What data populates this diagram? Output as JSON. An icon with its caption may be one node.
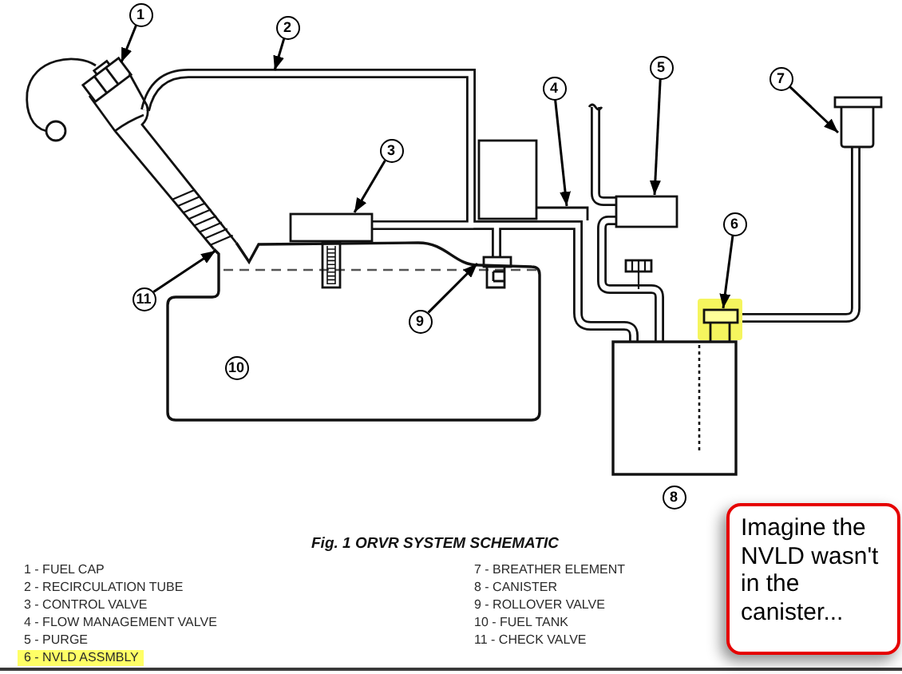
{
  "diagram": {
    "caption": "Fig. 1 ORVR SYSTEM SCHEMATIC",
    "nodes": [
      {
        "text": [
          "1"
        ]
      },
      {
        "text": [
          "2"
        ]
      },
      {
        "text": [
          "5"
        ]
      },
      {
        "text": [
          "7"
        ]
      },
      {
        "text": [
          "4"
        ]
      },
      {
        "text": [
          "3"
        ]
      },
      {
        "text": [
          "6"
        ]
      },
      {
        "text": [
          "11"
        ]
      },
      {
        "text": [
          "9"
        ]
      },
      {
        "text": [
          "10"
        ]
      },
      {
        "text": [
          "8"
        ]
      },
      {
        "text": [
          "Imagine the NVLD wasn't in the canister..."
        ]
      }
    ],
    "edges": [
      {
        "from": 0,
        "to": null,
        "arrow": "to"
      },
      {
        "from": 1,
        "to": null,
        "arrow": "to"
      },
      {
        "from": 2,
        "to": null,
        "arrow": "to"
      },
      {
        "from": 3,
        "to": null,
        "arrow": "to"
      },
      {
        "from": 4,
        "to": null,
        "arrow": "to"
      },
      {
        "from": 5,
        "to": null,
        "arrow": "to"
      },
      {
        "from": 6,
        "to": null,
        "arrow": "to"
      },
      {
        "from": 7,
        "to": null,
        "arrow": "to"
      },
      {
        "from": 8,
        "to": null,
        "arrow": "to"
      }
    ],
    "labels": [
      "1 - FUEL CAP",
      "2 - RECIRCULATION TUBE",
      "3 - CONTROL VALVE",
      "4 - FLOW MANAGEMENT VALVE",
      "5 - PURGE",
      "6 - NVLD ASSMBLY",
      "7 - BREATHER ELEMENT",
      "8 - CANISTER",
      "9 - ROLLOVER VALVE",
      "10 - FUEL TANK",
      "11 - CHECK VALVE"
    ]
  }
}
